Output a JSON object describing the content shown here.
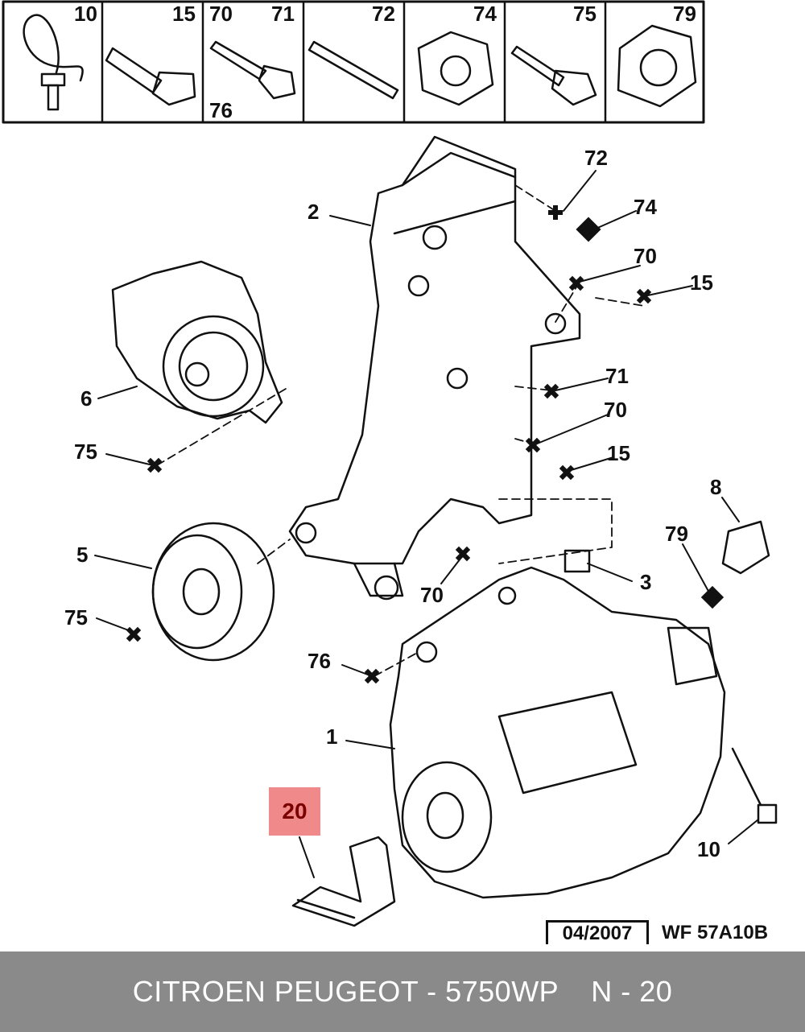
{
  "legend": {
    "cells": [
      {
        "labels": [
          "10"
        ]
      },
      {
        "labels": [
          "15"
        ]
      },
      {
        "labels": [
          "70",
          "71",
          "76"
        ]
      },
      {
        "labels": [
          "72"
        ]
      },
      {
        "labels": [
          "74"
        ]
      },
      {
        "labels": [
          "75"
        ]
      },
      {
        "labels": [
          "79"
        ]
      }
    ]
  },
  "callouts": {
    "c72": "72",
    "c74": "74",
    "c2": "2",
    "c70a": "70",
    "c15a": "15",
    "c6": "6",
    "c71": "71",
    "c70b": "70",
    "c75a": "75",
    "c15b": "15",
    "c8": "8",
    "c5": "5",
    "c79": "79",
    "c3": "3",
    "c75b": "75",
    "c70c": "70",
    "c76": "76",
    "c1": "1",
    "c10": "10"
  },
  "highlight": {
    "label": "20",
    "color": "#f08a8a"
  },
  "stamp": {
    "date": "04/2007",
    "ref": "WF 57A10B"
  },
  "footer": {
    "brand": "CITROEN PEUGEOT - 5750WP",
    "position": "N - 20",
    "background": "#8a8a8a"
  }
}
